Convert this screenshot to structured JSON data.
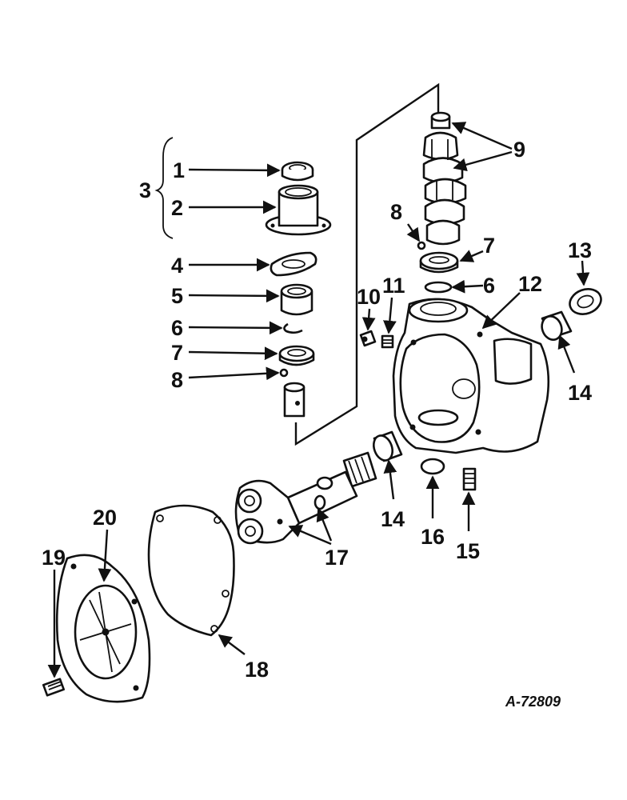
{
  "figure_code": "A-72809",
  "callouts": {
    "c1": "1",
    "c2": "2",
    "c3": "3",
    "c4": "4",
    "c5": "5",
    "c6a": "6",
    "c6b": "6",
    "c7a": "7",
    "c7b": "7",
    "c8a": "8",
    "c8b": "8",
    "c9": "9",
    "c10": "10",
    "c11": "11",
    "c12": "12",
    "c13": "13",
    "c14a": "14",
    "c14b": "14",
    "c15": "15",
    "c16": "16",
    "c17": "17",
    "c18": "18",
    "c19": "19",
    "c20": "20"
  }
}
